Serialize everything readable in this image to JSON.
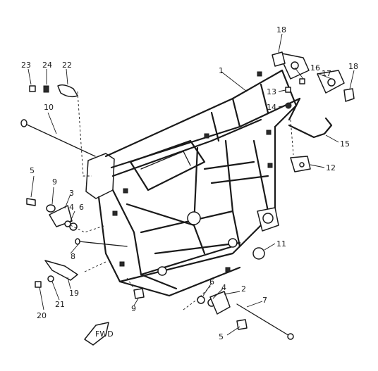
{
  "callouts": {
    "c1": "1",
    "c2": "2",
    "c3": "3",
    "c4a": "4",
    "c4b": "4",
    "c5a": "5",
    "c5b": "5",
    "c6a": "6",
    "c6b": "6",
    "c7": "7",
    "c8": "8",
    "c9a": "9",
    "c9b": "9",
    "c10": "10",
    "c11": "11",
    "c12": "12",
    "c13": "13",
    "c14": "14",
    "c15": "15",
    "c16": "16",
    "c17": "17",
    "c18a": "18",
    "c18b": "18",
    "c19": "19",
    "c20": "20",
    "c21": "21",
    "c22": "22",
    "c23": "23",
    "c24": "24"
  },
  "front_arrow_label": "FWD"
}
